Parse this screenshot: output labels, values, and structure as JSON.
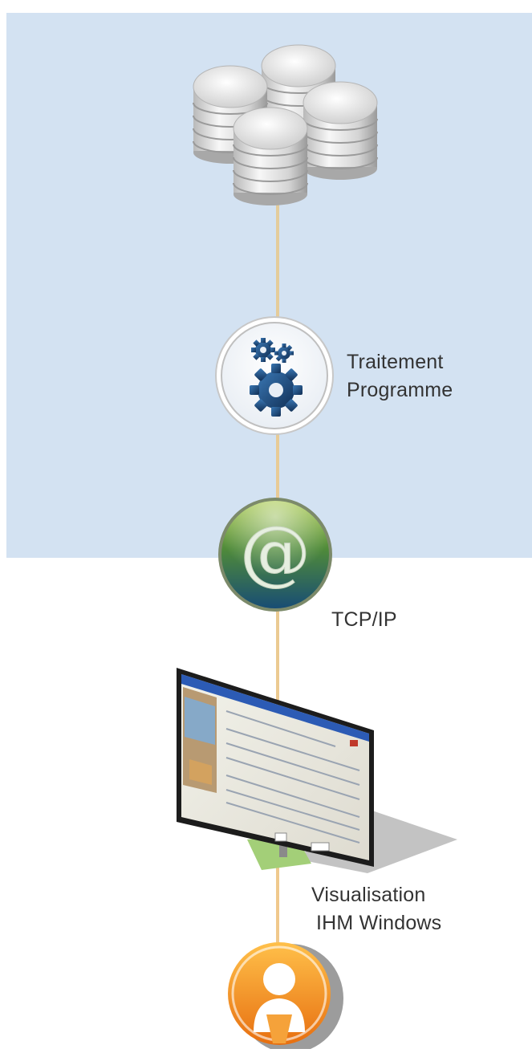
{
  "diagram": {
    "nodes": [
      {
        "id": "database",
        "icon": "database-stack-icon",
        "label": ""
      },
      {
        "id": "processing",
        "icon": "gears-icon",
        "label_lines": [
          "Traitement",
          "Programme"
        ]
      },
      {
        "id": "network",
        "icon": "at-sign-icon",
        "label_lines": [
          "TCP/IP"
        ]
      },
      {
        "id": "display",
        "icon": "monitor-icon",
        "label_lines": [
          "Visualisation",
          "IHM Windows"
        ]
      },
      {
        "id": "user",
        "icon": "user-icon",
        "label": ""
      }
    ],
    "colors": {
      "top_zone": "#d3e2f2",
      "connector": "#efc98e",
      "gear": "#1e4f82",
      "network_green": "#6a9a32",
      "network_blue": "#1e5a78",
      "user_orange": "#f08a1a"
    }
  }
}
